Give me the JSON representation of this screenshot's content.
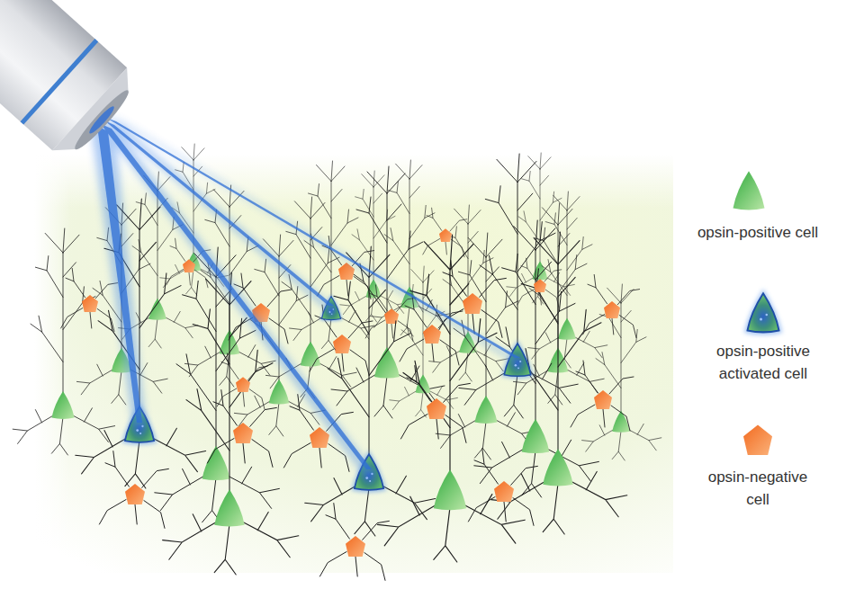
{
  "diagram": {
    "legend": [
      {
        "text": "opsin-positive cell"
      },
      {
        "text": "opsin-positive activated cell"
      },
      {
        "text": "opsin-negative cell"
      }
    ]
  }
}
